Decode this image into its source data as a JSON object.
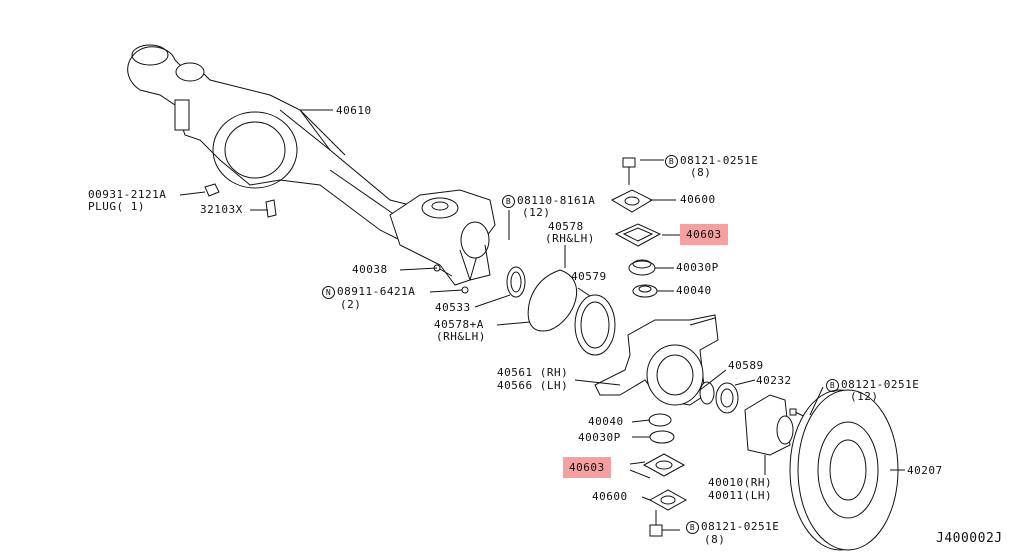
{
  "diagram_id": "J400002J",
  "labels": {
    "p40610": "40610",
    "p00931": "00931-2121A",
    "plug": "PLUG( 1)",
    "p32103": "32103X",
    "p40038": "40038",
    "p08911_code": "08911-6421A",
    "p08911_qty": "(2)",
    "p08911_prefix": "N",
    "p40533": "40533",
    "p40578a": "40578+A",
    "p40578a_side": "(RH&LH)",
    "p08110_code": "08110-8161A",
    "p08110_qty": "(12)",
    "p08110_prefix": "B",
    "p40578": "40578",
    "p40578_side": "(RH&LH)",
    "p40579": "40579",
    "p08121_top_code": "08121-0251E",
    "p08121_top_qty": "(8)",
    "p08121_top_prefix": "B",
    "p40600_top": "40600",
    "p40603_top": "40603",
    "p40030P_top": "40030P",
    "p40040_top": "40040",
    "p40561": "40561 (RH)",
    "p40566": "40566 (LH)",
    "p40589": "40589",
    "p40232": "40232",
    "p08121_mid_code": "08121-0251E",
    "p08121_mid_qty": "(12)",
    "p08121_mid_prefix": "B",
    "p40040_bot": "40040",
    "p40030P_bot": "40030P",
    "p40603_bot": "40603",
    "p40600_bot": "40600",
    "p40010": "40010(RH)",
    "p40011": "40011(LH)",
    "p40207": "40207",
    "p08121_bot_code": "08121-0251E",
    "p08121_bot_qty": "(8)",
    "p08121_bot_prefix": "B"
  },
  "highlight_color": "#f4a0a0"
}
